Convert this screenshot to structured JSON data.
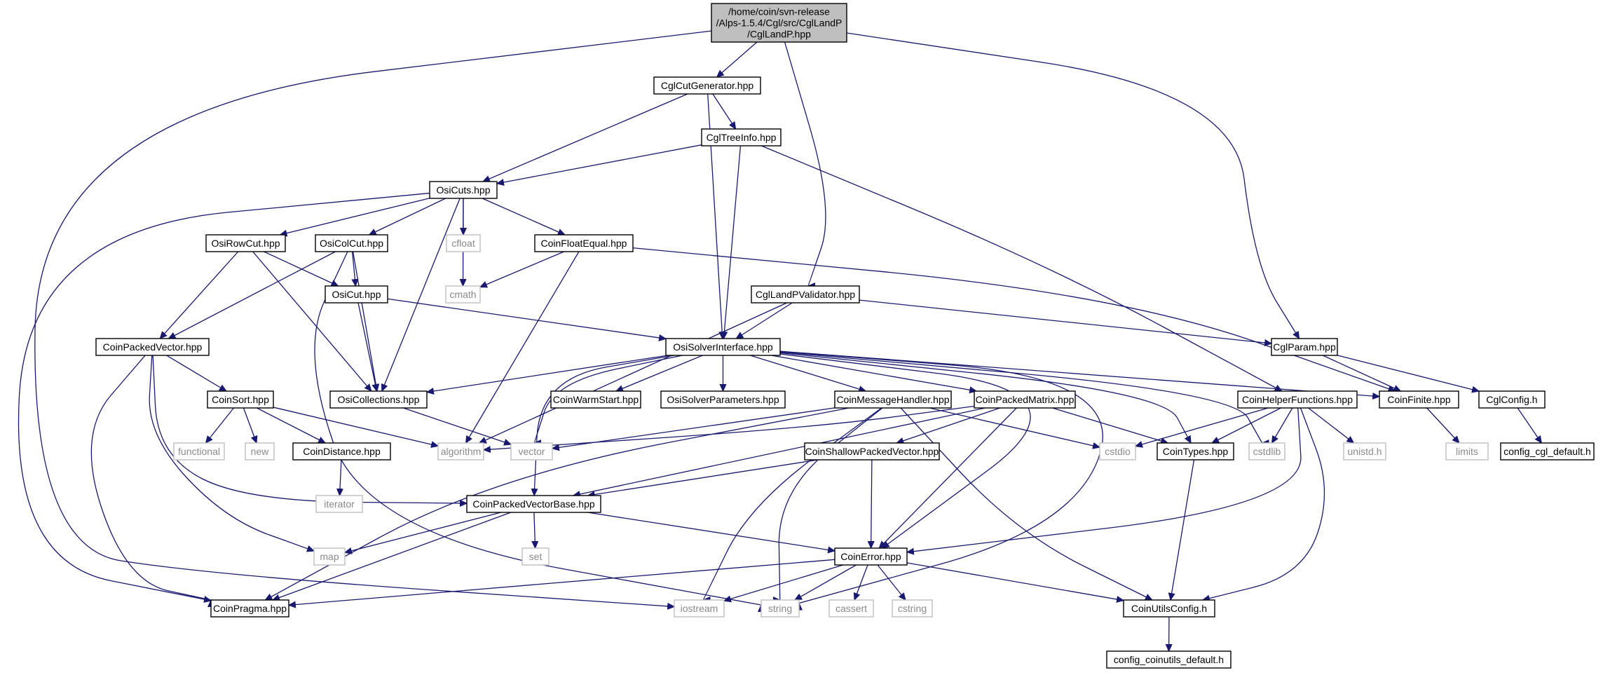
{
  "graph": {
    "edge_color": "#191970",
    "root_fill": "#bfbfbf",
    "system_border": "#bfbfbf",
    "nodes": [
      {
        "id": "root",
        "label": [
          "/home/coin/svn-release",
          "/Alps-1.5.4/Cgl/src/CglLandP",
          "/CglLandP.hpp"
        ],
        "kind": "root"
      },
      {
        "id": "CglCutGenerator",
        "label": [
          "CglCutGenerator.hpp"
        ],
        "kind": "local"
      },
      {
        "id": "CglTreeInfo",
        "label": [
          "CglTreeInfo.hpp"
        ],
        "kind": "local"
      },
      {
        "id": "OsiCuts",
        "label": [
          "OsiCuts.hpp"
        ],
        "kind": "local"
      },
      {
        "id": "cfloat",
        "label": [
          "cfloat"
        ],
        "kind": "system"
      },
      {
        "id": "OsiRowCut",
        "label": [
          "OsiRowCut.hpp"
        ],
        "kind": "local"
      },
      {
        "id": "OsiColCut",
        "label": [
          "OsiColCut.hpp"
        ],
        "kind": "local"
      },
      {
        "id": "CoinFloatEqual",
        "label": [
          "CoinFloatEqual.hpp"
        ],
        "kind": "local"
      },
      {
        "id": "cmath",
        "label": [
          "cmath"
        ],
        "kind": "system"
      },
      {
        "id": "OsiCut",
        "label": [
          "OsiCut.hpp"
        ],
        "kind": "local"
      },
      {
        "id": "CglLandPValidator",
        "label": [
          "CglLandPValidator.hpp"
        ],
        "kind": "local"
      },
      {
        "id": "CglParam",
        "label": [
          "CglParam.hpp"
        ],
        "kind": "local"
      },
      {
        "id": "CoinPackedVector",
        "label": [
          "CoinPackedVector.hpp"
        ],
        "kind": "local"
      },
      {
        "id": "OsiSolverInterface",
        "label": [
          "OsiSolverInterface.hpp"
        ],
        "kind": "local"
      },
      {
        "id": "CoinSort",
        "label": [
          "CoinSort.hpp"
        ],
        "kind": "local"
      },
      {
        "id": "OsiCollections",
        "label": [
          "OsiCollections.hpp"
        ],
        "kind": "local"
      },
      {
        "id": "CoinWarmStart",
        "label": [
          "CoinWarmStart.hpp"
        ],
        "kind": "local"
      },
      {
        "id": "OsiSolverParameters",
        "label": [
          "OsiSolverParameters.hpp"
        ],
        "kind": "local"
      },
      {
        "id": "CoinMessageHandler",
        "label": [
          "CoinMessageHandler.hpp"
        ],
        "kind": "local"
      },
      {
        "id": "CoinPackedMatrix",
        "label": [
          "CoinPackedMatrix.hpp"
        ],
        "kind": "local"
      },
      {
        "id": "CoinHelperFunctions",
        "label": [
          "CoinHelperFunctions.hpp"
        ],
        "kind": "local"
      },
      {
        "id": "CoinFinite",
        "label": [
          "CoinFinite.hpp"
        ],
        "kind": "local"
      },
      {
        "id": "CglConfig",
        "label": [
          "CglConfig.h"
        ],
        "kind": "local"
      },
      {
        "id": "functional",
        "label": [
          "functional"
        ],
        "kind": "system"
      },
      {
        "id": "new",
        "label": [
          "new"
        ],
        "kind": "system"
      },
      {
        "id": "CoinDistance",
        "label": [
          "CoinDistance.hpp"
        ],
        "kind": "local"
      },
      {
        "id": "algorithm",
        "label": [
          "algorithm"
        ],
        "kind": "system"
      },
      {
        "id": "vector",
        "label": [
          "vector"
        ],
        "kind": "system"
      },
      {
        "id": "CoinShallowPackedVector",
        "label": [
          "CoinShallowPackedVector.hpp"
        ],
        "kind": "local"
      },
      {
        "id": "cstdio",
        "label": [
          "cstdio"
        ],
        "kind": "system"
      },
      {
        "id": "CoinTypes",
        "label": [
          "CoinTypes.hpp"
        ],
        "kind": "local"
      },
      {
        "id": "cstdlib",
        "label": [
          "cstdlib"
        ],
        "kind": "system"
      },
      {
        "id": "unistd",
        "label": [
          "unistd.h"
        ],
        "kind": "system"
      },
      {
        "id": "limits",
        "label": [
          "limits"
        ],
        "kind": "system"
      },
      {
        "id": "config_cgl_default",
        "label": [
          "config_cgl_default.h"
        ],
        "kind": "local"
      },
      {
        "id": "iterator",
        "label": [
          "iterator"
        ],
        "kind": "system"
      },
      {
        "id": "CoinPackedVectorBase",
        "label": [
          "CoinPackedVectorBase.hpp"
        ],
        "kind": "local"
      },
      {
        "id": "map",
        "label": [
          "map"
        ],
        "kind": "system"
      },
      {
        "id": "set",
        "label": [
          "set"
        ],
        "kind": "system"
      },
      {
        "id": "CoinError",
        "label": [
          "CoinError.hpp"
        ],
        "kind": "local"
      },
      {
        "id": "CoinPragma",
        "label": [
          "CoinPragma.hpp"
        ],
        "kind": "local"
      },
      {
        "id": "iostream",
        "label": [
          "iostream"
        ],
        "kind": "system"
      },
      {
        "id": "string",
        "label": [
          "string"
        ],
        "kind": "system"
      },
      {
        "id": "cassert",
        "label": [
          "cassert"
        ],
        "kind": "system"
      },
      {
        "id": "cstring",
        "label": [
          "cstring"
        ],
        "kind": "system"
      },
      {
        "id": "CoinUtilsConfig",
        "label": [
          "CoinUtilsConfig.h"
        ],
        "kind": "local"
      },
      {
        "id": "config_coinutils_default",
        "label": [
          "config_coinutils_default.h"
        ],
        "kind": "local"
      }
    ],
    "edges": [
      [
        "root",
        "CglCutGenerator"
      ],
      [
        "root",
        "CglLandPValidator"
      ],
      [
        "root",
        "CglParam"
      ],
      [
        "root",
        "iostream"
      ],
      [
        "CglCutGenerator",
        "OsiCuts"
      ],
      [
        "CglCutGenerator",
        "CglTreeInfo"
      ],
      [
        "CglCutGenerator",
        "OsiSolverInterface"
      ],
      [
        "CglTreeInfo",
        "OsiCuts"
      ],
      [
        "CglTreeInfo",
        "OsiSolverInterface"
      ],
      [
        "CglTreeInfo",
        "CoinHelperFunctions"
      ],
      [
        "OsiCuts",
        "OsiRowCut"
      ],
      [
        "OsiCuts",
        "OsiColCut"
      ],
      [
        "OsiCuts",
        "cfloat"
      ],
      [
        "OsiCuts",
        "cmath"
      ],
      [
        "OsiCuts",
        "CoinFloatEqual"
      ],
      [
        "OsiCuts",
        "OsiCollections"
      ],
      [
        "OsiCuts",
        "CoinPragma"
      ],
      [
        "OsiRowCut",
        "OsiCut"
      ],
      [
        "OsiRowCut",
        "CoinPackedVector"
      ],
      [
        "OsiRowCut",
        "OsiCollections"
      ],
      [
        "OsiColCut",
        "OsiCut"
      ],
      [
        "OsiColCut",
        "CoinPackedVector"
      ],
      [
        "OsiColCut",
        "OsiCollections"
      ],
      [
        "OsiColCut",
        "string"
      ],
      [
        "CoinFloatEqual",
        "cmath"
      ],
      [
        "CoinFloatEqual",
        "algorithm"
      ],
      [
        "CoinFloatEqual",
        "CoinFinite"
      ],
      [
        "OsiCut",
        "OsiCollections"
      ],
      [
        "OsiCut",
        "OsiSolverInterface"
      ],
      [
        "CglLandPValidator",
        "OsiSolverInterface"
      ],
      [
        "CglLandPValidator",
        "CglParam"
      ],
      [
        "CglLandPValidator",
        "algorithm"
      ],
      [
        "CglParam",
        "CoinFinite"
      ],
      [
        "CglParam",
        "CglConfig"
      ],
      [
        "CoinPackedVector",
        "CoinSort"
      ],
      [
        "CoinPackedVector",
        "map"
      ],
      [
        "CoinPackedVector",
        "CoinPackedVectorBase"
      ],
      [
        "CoinPackedVector",
        "CoinPragma"
      ],
      [
        "CoinSort",
        "functional"
      ],
      [
        "CoinSort",
        "new"
      ],
      [
        "CoinSort",
        "CoinDistance"
      ],
      [
        "CoinSort",
        "algorithm"
      ],
      [
        "CoinDistance",
        "iterator"
      ],
      [
        "OsiSolverInterface",
        "OsiCollections"
      ],
      [
        "OsiSolverInterface",
        "CoinWarmStart"
      ],
      [
        "OsiSolverInterface",
        "OsiSolverParameters"
      ],
      [
        "OsiSolverInterface",
        "CoinMessageHandler"
      ],
      [
        "OsiSolverInterface",
        "CoinPackedMatrix"
      ],
      [
        "OsiSolverInterface",
        "CoinFinite"
      ],
      [
        "OsiSolverInterface",
        "vector"
      ],
      [
        "OsiSolverInterface",
        "CoinPackedVectorBase"
      ],
      [
        "OsiSolverInterface",
        "CoinTypes"
      ],
      [
        "OsiSolverInterface",
        "cstdlib"
      ],
      [
        "OsiSolverInterface",
        "CoinError"
      ],
      [
        "OsiSolverInterface",
        "string"
      ],
      [
        "OsiCollections",
        "vector"
      ],
      [
        "CoinMessageHandler",
        "cstdio"
      ],
      [
        "CoinMessageHandler",
        "vector"
      ],
      [
        "CoinMessageHandler",
        "CoinPragma"
      ],
      [
        "CoinMessageHandler",
        "iostream"
      ],
      [
        "CoinMessageHandler",
        "string"
      ],
      [
        "CoinMessageHandler",
        "CoinUtilsConfig"
      ],
      [
        "CoinPackedMatrix",
        "CoinShallowPackedVector"
      ],
      [
        "CoinPackedMatrix",
        "CoinPackedVectorBase"
      ],
      [
        "CoinPackedMatrix",
        "CoinTypes"
      ],
      [
        "CoinPackedMatrix",
        "CoinError"
      ],
      [
        "CoinPackedMatrix",
        "algorithm"
      ],
      [
        "CoinHelperFunctions",
        "cstdio"
      ],
      [
        "CoinHelperFunctions",
        "CoinTypes"
      ],
      [
        "CoinHelperFunctions",
        "cstdlib"
      ],
      [
        "CoinHelperFunctions",
        "unistd"
      ],
      [
        "CoinHelperFunctions",
        "CoinError"
      ],
      [
        "CoinHelperFunctions",
        "CoinUtilsConfig"
      ],
      [
        "CoinFinite",
        "limits"
      ],
      [
        "CglConfig",
        "config_cgl_default"
      ],
      [
        "CoinShallowPackedVector",
        "CoinPackedVectorBase"
      ],
      [
        "CoinShallowPackedVector",
        "CoinError"
      ],
      [
        "CoinTypes",
        "CoinUtilsConfig"
      ],
      [
        "CoinPackedVectorBase",
        "map"
      ],
      [
        "CoinPackedVectorBase",
        "set"
      ],
      [
        "CoinPackedVectorBase",
        "CoinError"
      ],
      [
        "CoinPackedVectorBase",
        "CoinPragma"
      ],
      [
        "CoinError",
        "CoinPragma"
      ],
      [
        "CoinError",
        "iostream"
      ],
      [
        "CoinError",
        "string"
      ],
      [
        "CoinError",
        "cassert"
      ],
      [
        "CoinError",
        "cstring"
      ],
      [
        "CoinError",
        "CoinUtilsConfig"
      ],
      [
        "CoinUtilsConfig",
        "config_coinutils_default"
      ]
    ]
  }
}
